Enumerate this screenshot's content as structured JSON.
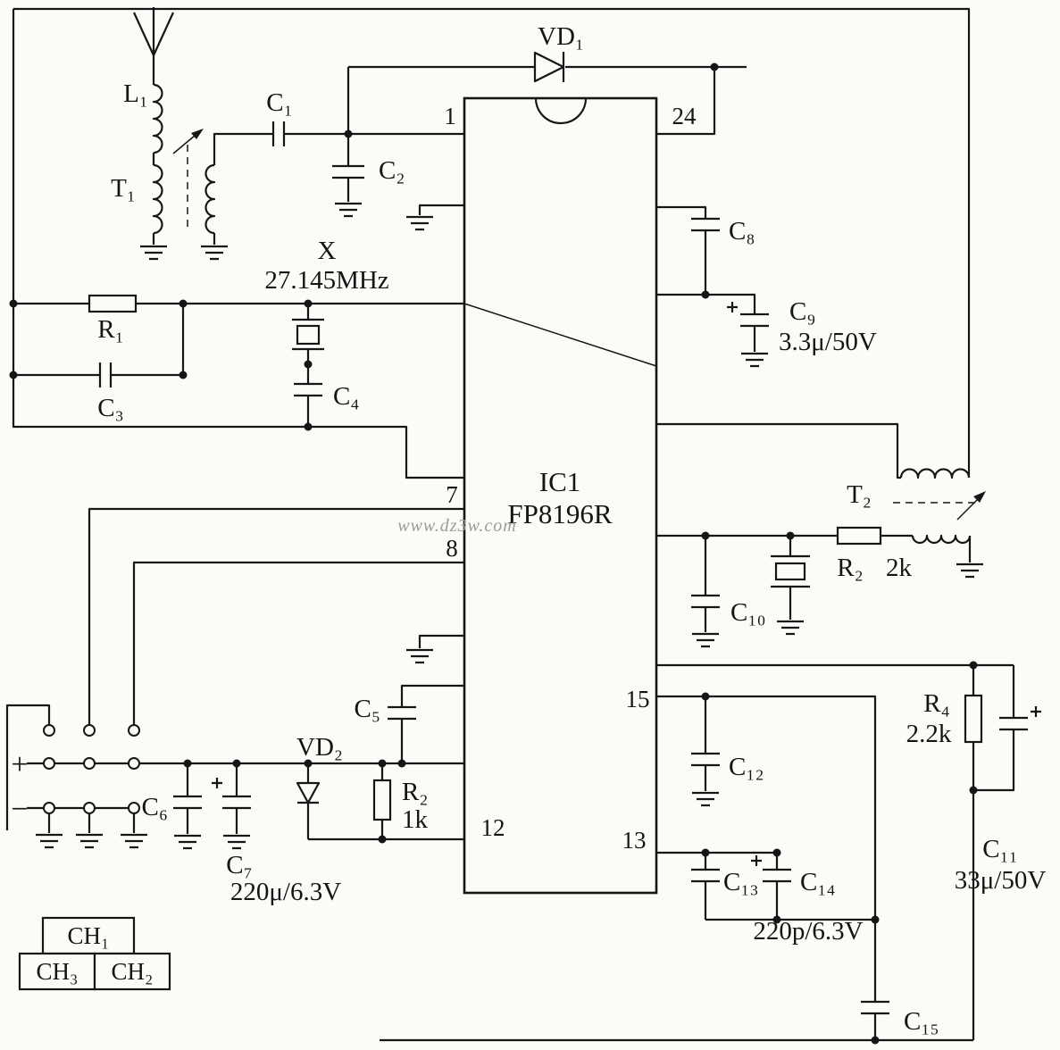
{
  "watermark": "www.dz3w.com",
  "ic": {
    "ref": "IC1",
    "part": "FP8196R",
    "pins": {
      "p1": "1",
      "p24": "24",
      "p7": "7",
      "p8": "8",
      "p12": "12",
      "p13": "13",
      "p15": "15"
    }
  },
  "labels": {
    "L1": "L₁",
    "T1": "T₁",
    "C1": "C₁",
    "C2": "C₂",
    "VD1": "VD₁",
    "X": "X",
    "Xfreq": "27.145MHz",
    "R1": "R₁",
    "C3": "C₃",
    "C4": "C₄",
    "C8": "C₈",
    "C9": "C₉",
    "C9v": "3.3μ/50V",
    "T2": "T₂",
    "R2": "R₂",
    "R2v": "2k",
    "C10": "C₁₀",
    "R4": "R₄",
    "R4v": "2.2k",
    "C11": "C₁₁",
    "C11v": "33μ/50V",
    "C12": "C₁₂",
    "C5": "C₅",
    "VD2": "VD₂",
    "R3": "R₂",
    "R3v": "1k",
    "C6": "C₆",
    "C7": "C₇",
    "C7v": "220μ/6.3V",
    "C13": "C₁₃",
    "C14": "C₁₄",
    "C14v": "220p/6.3V",
    "C15": "C₁₅",
    "plus": "+",
    "minus": "−"
  },
  "channels": {
    "CH1": "CH₁",
    "CH2": "CH₂",
    "CH3": "CH₃"
  }
}
